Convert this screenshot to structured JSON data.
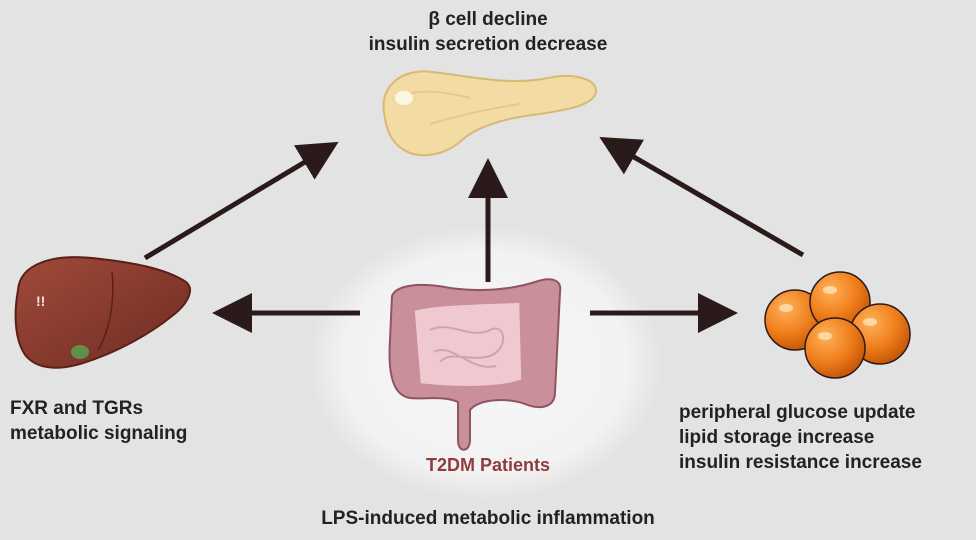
{
  "pancreas": {
    "line1": "β cell decline",
    "line2": "insulin secretion decrease",
    "icon": "pancreas-icon"
  },
  "liver": {
    "line1": "FXR and TGRs",
    "line2": "metabolic signaling",
    "icon": "liver-icon"
  },
  "adipose": {
    "line1": "peripheral glucose update",
    "line2": "lipid storage increase",
    "line3": "insulin resistance increase",
    "icon": "fat-cells-icon"
  },
  "gut": {
    "label": "T2DM Patients",
    "icon": "intestine-icon"
  },
  "footer": {
    "label": "LPS-induced metabolic inflammation"
  },
  "colors": {
    "background": "#e3e3e3",
    "arrow": "#2a1a1a",
    "label_text": "#222222",
    "center_label": "#8f3c3c",
    "liver": "#8a3b2e",
    "pancreas": "#f2dca4",
    "fat_cell": "#f07f1c",
    "intestine": "#c98f9a"
  }
}
